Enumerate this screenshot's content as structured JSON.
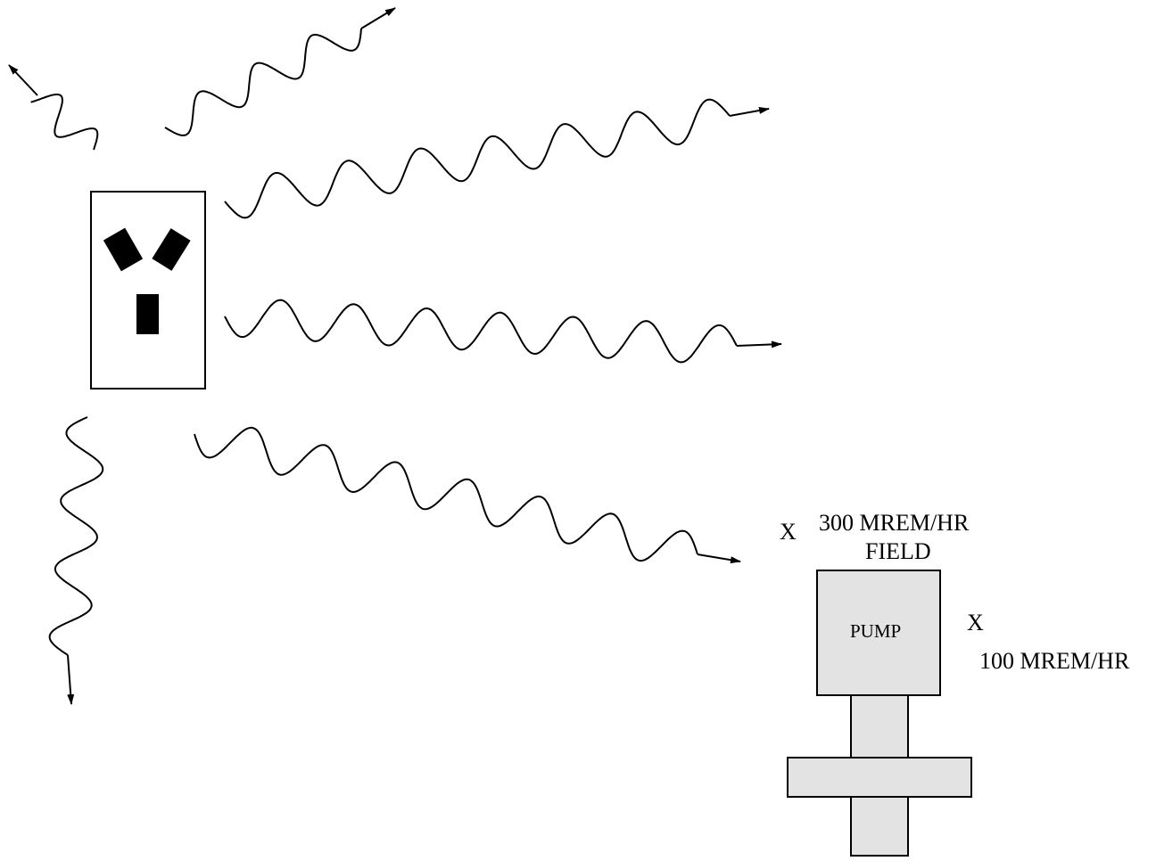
{
  "diagram": {
    "source_label": "",
    "pump": {
      "label": "PUMP",
      "fill": "#e3e3e3"
    },
    "measurements": [
      {
        "marker": "X",
        "value": "300 MREM/HR",
        "note": "FIELD"
      },
      {
        "marker": "X",
        "value": "100 MREM/HR"
      }
    ],
    "symbol_color": "#000000"
  }
}
